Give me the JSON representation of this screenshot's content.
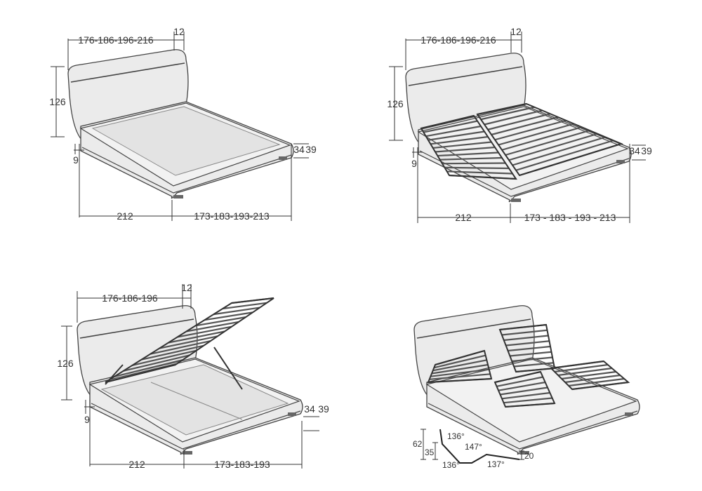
{
  "beds": [
    {
      "name": "bed-with-mattress-base",
      "width_dim": "176-186-196-216",
      "headboard_depth": "12",
      "headboard_height": "126",
      "base_clearance": "9",
      "headboard_length": "212",
      "length_dim": "173-183-193-213",
      "frame_height": "34",
      "total_height": "39"
    },
    {
      "name": "bed-with-slatted-base",
      "width_dim": "176-186-196-216",
      "headboard_depth": "12",
      "headboard_height": "126",
      "base_clearance": "9",
      "headboard_length": "212",
      "length_dim": "173 - 183 - 193 - 213",
      "frame_height": "34",
      "total_height": "39"
    },
    {
      "name": "bed-with-storage-lift",
      "width_dim": "176-186-196",
      "headboard_depth": "12",
      "headboard_height": "126",
      "base_clearance": "9",
      "headboard_length": "212",
      "length_dim": "173-183-193",
      "frame_height": "34",
      "total_height": "39"
    }
  ],
  "motorized": {
    "height_total": "62",
    "height_back": "35",
    "angle_head": "136°",
    "angle_back_low": "136°",
    "angle_knee": "147°",
    "angle_feet": "137°",
    "height_feet": "20"
  }
}
